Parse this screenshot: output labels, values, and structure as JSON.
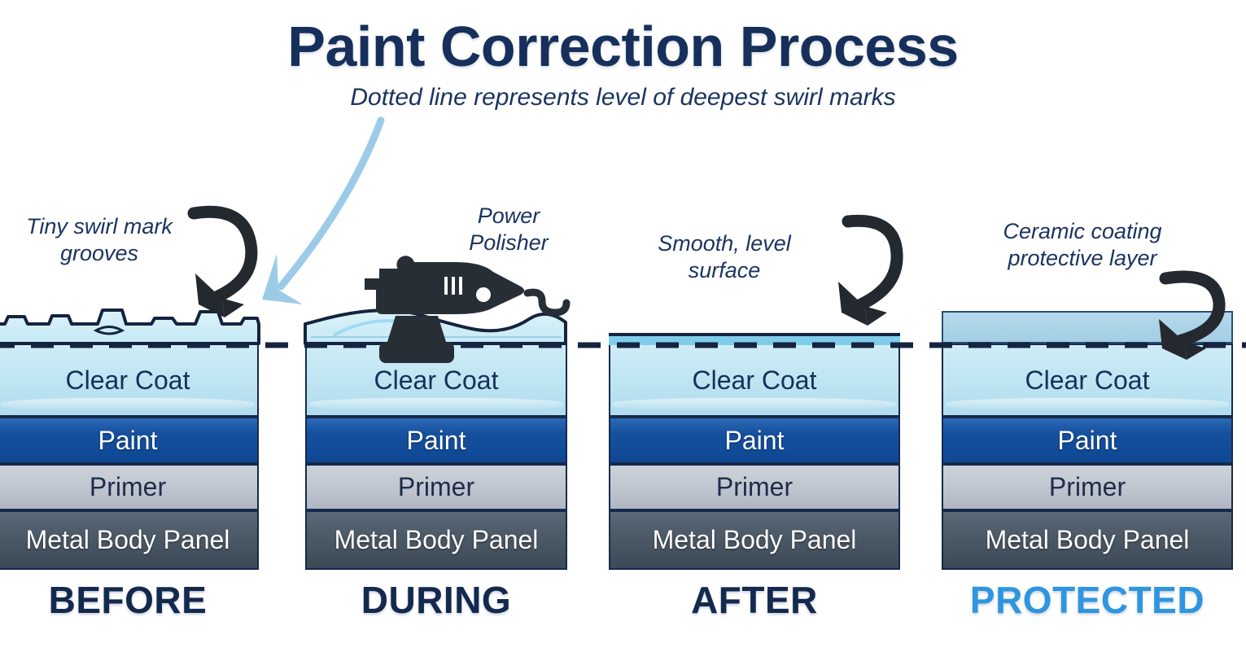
{
  "header": {
    "title": "Paint Correction Process",
    "subtitle": "Dotted line represents level of deepest swirl marks"
  },
  "colors": {
    "title": "#16305B",
    "clear_coat": "#C3E7F4",
    "paint": "#15509F",
    "primer": "#BFC5CF",
    "metal": "#4A5865",
    "ceramic": "#A9D3E8",
    "dash_line": "#14233F",
    "arrow_dark": "#23292F",
    "arrow_light": "#9CCBE8",
    "protected_label": "#2E96E0"
  },
  "layers": {
    "clear_coat": "Clear Coat",
    "paint": "Paint",
    "primer": "Primer",
    "metal": "Metal Body Panel"
  },
  "annotations": {
    "before_line1": "Tiny swirl mark",
    "before_line2": "grooves",
    "power_line1": "Power",
    "power_line2": "Polisher",
    "after_line1": "Smooth, level",
    "after_line2": "surface",
    "protected_line1": "Ceramic coating",
    "protected_line2": "protective layer"
  },
  "panels": [
    {
      "id": "before",
      "label": "BEFORE",
      "surface": "jagged-swirl-grooves"
    },
    {
      "id": "during",
      "label": "DURING",
      "surface": "being-polished"
    },
    {
      "id": "after",
      "label": "AFTER",
      "surface": "smooth-level"
    },
    {
      "id": "protected",
      "label": "PROTECTED",
      "surface": "ceramic-coated"
    }
  ],
  "icons": {
    "polisher": "power-polisher-icon",
    "arrow_dark": "curved-arrow-icon",
    "arrow_light": "curved-arrow-light-icon"
  }
}
